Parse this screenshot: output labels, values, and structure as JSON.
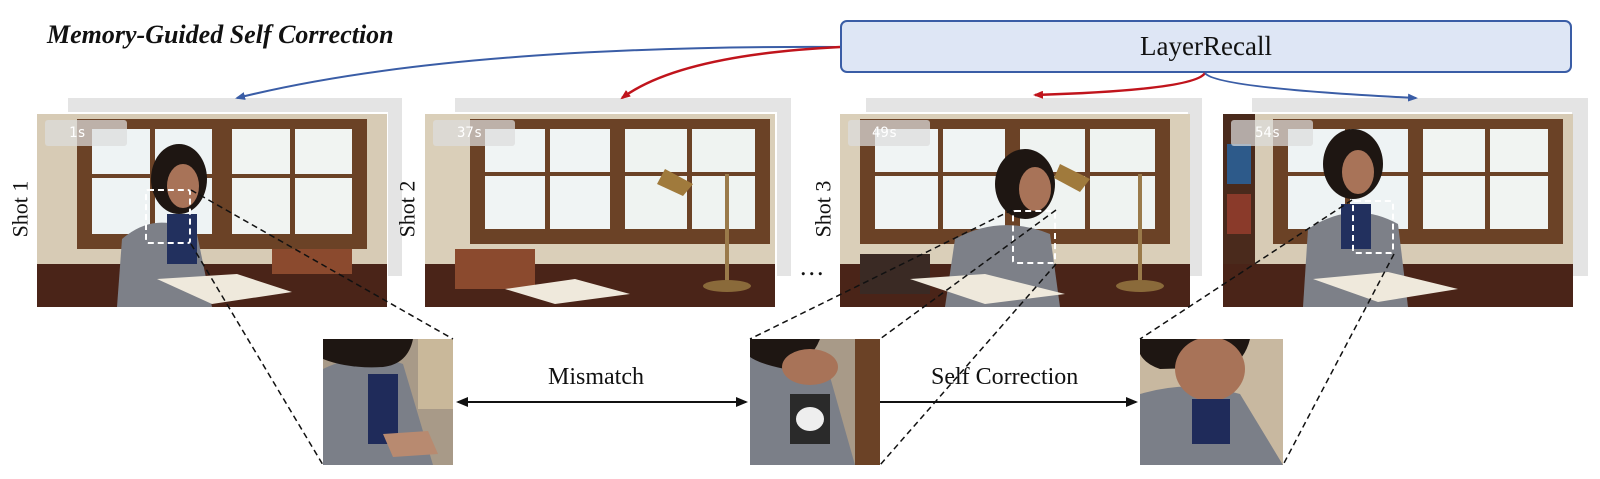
{
  "title": "Memory-Guided Self Correction",
  "memory_module": "LayerRecall",
  "shots": [
    {
      "label": "Shot 1",
      "frames": [
        {
          "time": "1s"
        }
      ]
    },
    {
      "label": "Shot 2",
      "frames": [
        {
          "time": "37s"
        }
      ]
    },
    {
      "label": "Shot 3",
      "frames": [
        {
          "time": "49s"
        },
        {
          "time": "54s"
        }
      ]
    }
  ],
  "ellipsis": "...",
  "comparisons": [
    {
      "label": "Mismatch"
    },
    {
      "label": "Self Correction"
    }
  ],
  "colors": {
    "box_fill": "#dee6f5",
    "box_border": "#3a5da6",
    "arrow_blue": "#3a5da6",
    "arrow_red": "#c0141c"
  }
}
